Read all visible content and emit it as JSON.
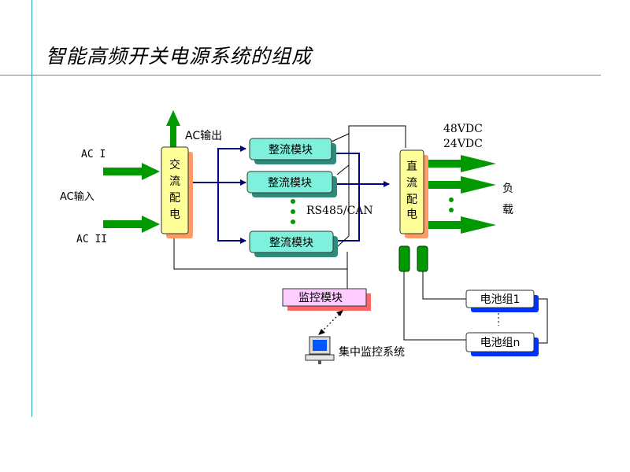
{
  "title": "智能高频开关电源系统的组成",
  "colors": {
    "frame": "#2aa7b5",
    "module_fill": "#7ff0dc",
    "module_shadow": "#2e8a7a",
    "distributor_fill": "#ffff99",
    "distributor_shadow": "#ff9966",
    "monitor_fill": "#ffccff",
    "monitor_shadow": "#ff6666",
    "battery_shadow": "#0033ff",
    "arrow_green": "#009900",
    "wire": "#000080"
  },
  "inputs": {
    "ac1": "AC  I",
    "ac_input": "AC输入",
    "ac2": "AC  II",
    "ac_output": "AC输出"
  },
  "ac_distributor": {
    "label": [
      "交",
      "流",
      "配",
      "电"
    ]
  },
  "rectifier_modules": [
    "整流模块",
    "整流模块",
    "整流模块"
  ],
  "bus_label": "RS485/CAN",
  "dc_distributor": {
    "label": [
      "直",
      "流",
      "配",
      "电"
    ]
  },
  "voltages": [
    "48VDC",
    "24VDC"
  ],
  "load": [
    "负",
    "载"
  ],
  "monitor_module": "监控模块",
  "central_monitor": "集中监控系统",
  "batteries": [
    "电池组1",
    "电池组n"
  ],
  "icons": [
    "computer-icon",
    "ellipsis-dots"
  ]
}
